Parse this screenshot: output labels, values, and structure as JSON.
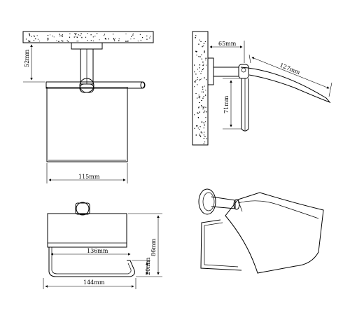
{
  "views": {
    "front": {
      "label_width": "115mm",
      "label_depth": "52mm"
    },
    "side": {
      "label_projection": "65mm",
      "label_cover": "127mm",
      "label_height": "71mm"
    },
    "bottom": {
      "label_inner": "136mm",
      "label_overall": "144mm",
      "label_height": "86mm",
      "label_bar": "20mm"
    },
    "perspective": {
      "icon": "toilet-paper-holder-3d-icon"
    }
  }
}
